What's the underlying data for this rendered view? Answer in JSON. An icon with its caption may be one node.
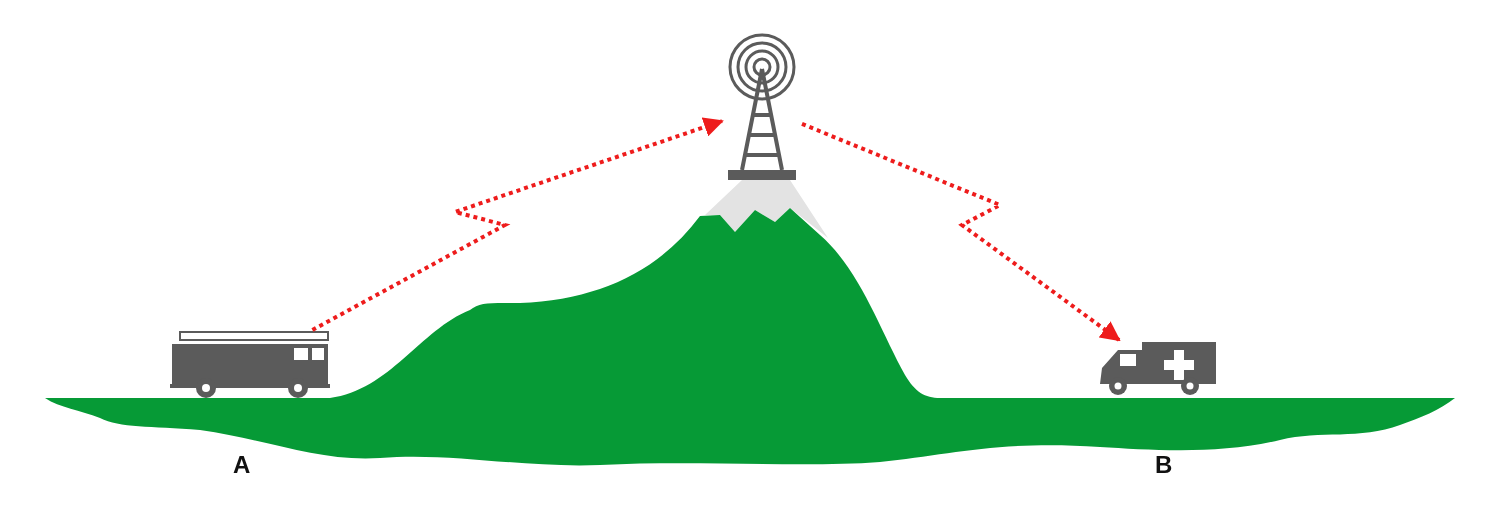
{
  "diagram": {
    "nodes": [
      {
        "text": [],
        "shape": "picture"
      },
      {
        "text": [],
        "shape": "picture"
      },
      {
        "text": [],
        "shape": "picture"
      }
    ],
    "edges": [
      {
        "from": 0,
        "to": 1,
        "arrow": "to",
        "style": "dashed"
      },
      {
        "from": 1,
        "to": 2,
        "arrow": "to",
        "style": "dashed"
      }
    ],
    "labels": [
      "A",
      "B"
    ]
  }
}
